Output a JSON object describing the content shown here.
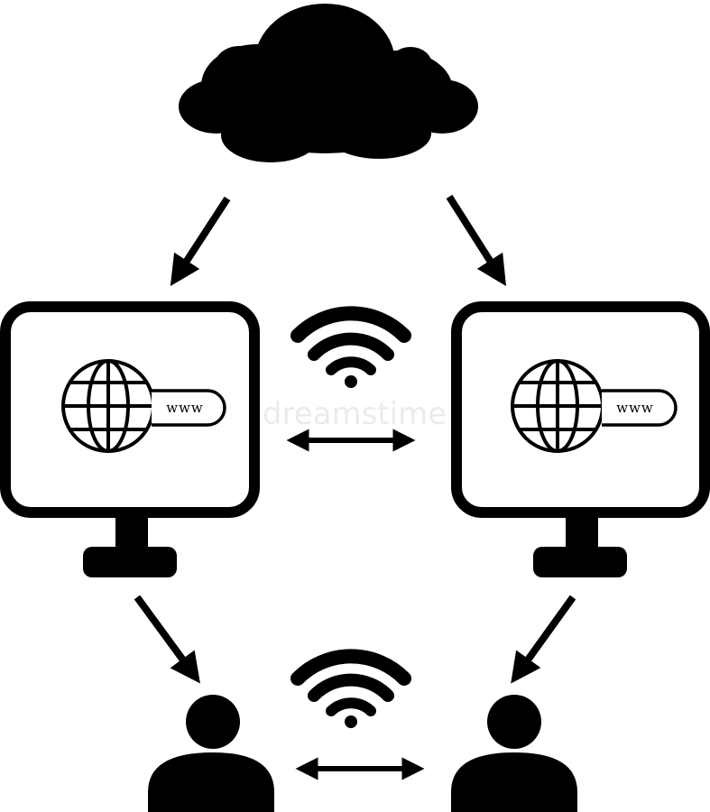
{
  "diagram": {
    "left_monitor": {
      "browser_bar_text": "www"
    },
    "right_monitor": {
      "browser_bar_text": "www"
    }
  },
  "watermark": {
    "text": "dreamstime"
  },
  "colors": {
    "ink": "#000000",
    "background": "#ffffff"
  },
  "icons": [
    "cloud-icon",
    "monitor-icon",
    "globe-icon",
    "wifi-icon",
    "person-icon",
    "double-arrow-icon",
    "arrow-icon"
  ]
}
